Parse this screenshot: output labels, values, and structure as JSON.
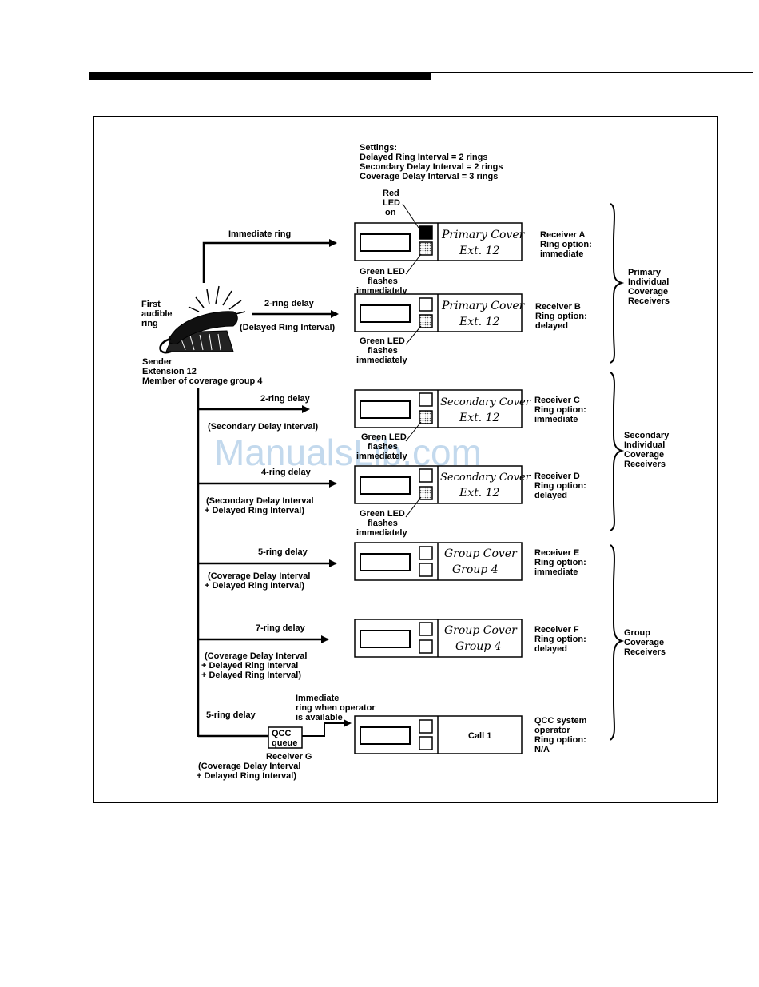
{
  "settings": {
    "heading": "Settings:",
    "line1": "Delayed Ring Interval = 2 rings",
    "line2": "Secondary Delay Interval = 2 rings",
    "line3": "Coverage Delay Interval = 3 rings"
  },
  "sender": {
    "first_ring_1": "First",
    "first_ring_2": "audible",
    "first_ring_3": "ring",
    "line1": "Sender",
    "line2": "Extension 12",
    "line3": "Member of coverage group 4"
  },
  "red_led": {
    "line1": "Red",
    "line2": "LED",
    "line3": "on"
  },
  "green_led": {
    "line1": "Green LED",
    "line2": "flashes",
    "line3": "immediately"
  },
  "paths": {
    "a": {
      "label": "Immediate ring"
    },
    "b": {
      "label": "2-ring delay",
      "sub1": "(Delayed Ring Interval)"
    },
    "c": {
      "label": "2-ring delay",
      "sub1": "(Secondary Delay Interval)"
    },
    "d": {
      "label": "4-ring delay",
      "sub1": "(Secondary Delay Interval",
      "sub2": "+ Delayed Ring Interval)"
    },
    "e": {
      "label": "5-ring delay",
      "sub1": "(Coverage Delay Interval",
      "sub2": "+ Delayed Ring Interval)"
    },
    "f": {
      "label": "7-ring delay",
      "sub1": "(Coverage Delay Interval",
      "sub2": "+ Delayed Ring Interval",
      "sub3": "+ Delayed Ring Interval)"
    },
    "g": {
      "label": "5-ring delay",
      "queue1": "QCC",
      "queue2": "queue",
      "rname": "Receiver G",
      "sub1": "(Coverage Delay Interval",
      "sub2": "+ Delayed Ring Interval)",
      "op1": "Immediate",
      "op2": "ring when operator",
      "op3": "is available"
    }
  },
  "receivers": {
    "a": {
      "hand1": "Primary Cover",
      "hand2": "Ext. 12",
      "line1": "Receiver A",
      "line2": "Ring option:",
      "line3": "immediate"
    },
    "b": {
      "hand1": "Primary Cover",
      "hand2": "Ext. 12",
      "line1": "Receiver B",
      "line2": "Ring option:",
      "line3": "delayed"
    },
    "c": {
      "hand1": "Secondary Cover",
      "hand2": "Ext. 12",
      "line1": "Receiver C",
      "line2": "Ring option:",
      "line3": "immediate"
    },
    "d": {
      "hand1": "Secondary Cover",
      "hand2": "Ext. 12",
      "line1": "Receiver D",
      "line2": "Ring option:",
      "line3": "delayed"
    },
    "e": {
      "hand1": "Group Cover",
      "hand2": "Group 4",
      "line1": "Receiver E",
      "line2": "Ring option:",
      "line3": "immediate"
    },
    "f": {
      "hand1": "Group Cover",
      "hand2": "Group 4",
      "line1": "Receiver F",
      "line2": "Ring option:",
      "line3": "delayed"
    },
    "g": {
      "call": "Call 1",
      "line1": "QCC system",
      "line2": "operator",
      "line3": "Ring option:",
      "line4": "N/A"
    }
  },
  "groups": {
    "primary": {
      "line1": "Primary",
      "line2": "Individual",
      "line3": "Coverage",
      "line4": "Receivers"
    },
    "secondary": {
      "line1": "Secondary",
      "line2": "Individual",
      "line3": "Coverage",
      "line4": "Receivers"
    },
    "group": {
      "line1": "Group",
      "line2": "Coverage",
      "line3": "Receivers"
    }
  },
  "watermark": "ManualsLib.com"
}
